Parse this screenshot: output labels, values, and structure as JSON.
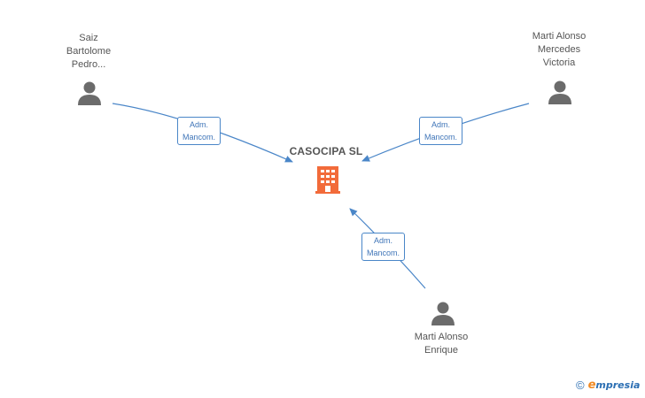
{
  "company": {
    "name": "CASOCIPA SL",
    "icon": "building-icon",
    "color": "#f26b3a"
  },
  "people": [
    {
      "id": "saiz",
      "name": "Saiz\nBartolome\nPedro...",
      "icon": "person-icon"
    },
    {
      "id": "mercedes",
      "name": "Marti Alonso\nMercedes\nVictoria",
      "icon": "person-icon"
    },
    {
      "id": "enrique",
      "name": "Marti Alonso\nEnrique",
      "icon": "person-icon"
    }
  ],
  "relations": [
    {
      "from": "saiz",
      "label": "Adm.\nMancom."
    },
    {
      "from": "mercedes",
      "label": "Adm.\nMancom."
    },
    {
      "from": "enrique",
      "label": "Adm.\nMancom."
    }
  ],
  "colors": {
    "edge": "#4a86c8",
    "person": "#6b6b6b",
    "text": "#555555"
  },
  "footer": {
    "copyright": "©",
    "brand_initial": "e",
    "brand_rest": "mpresia"
  }
}
